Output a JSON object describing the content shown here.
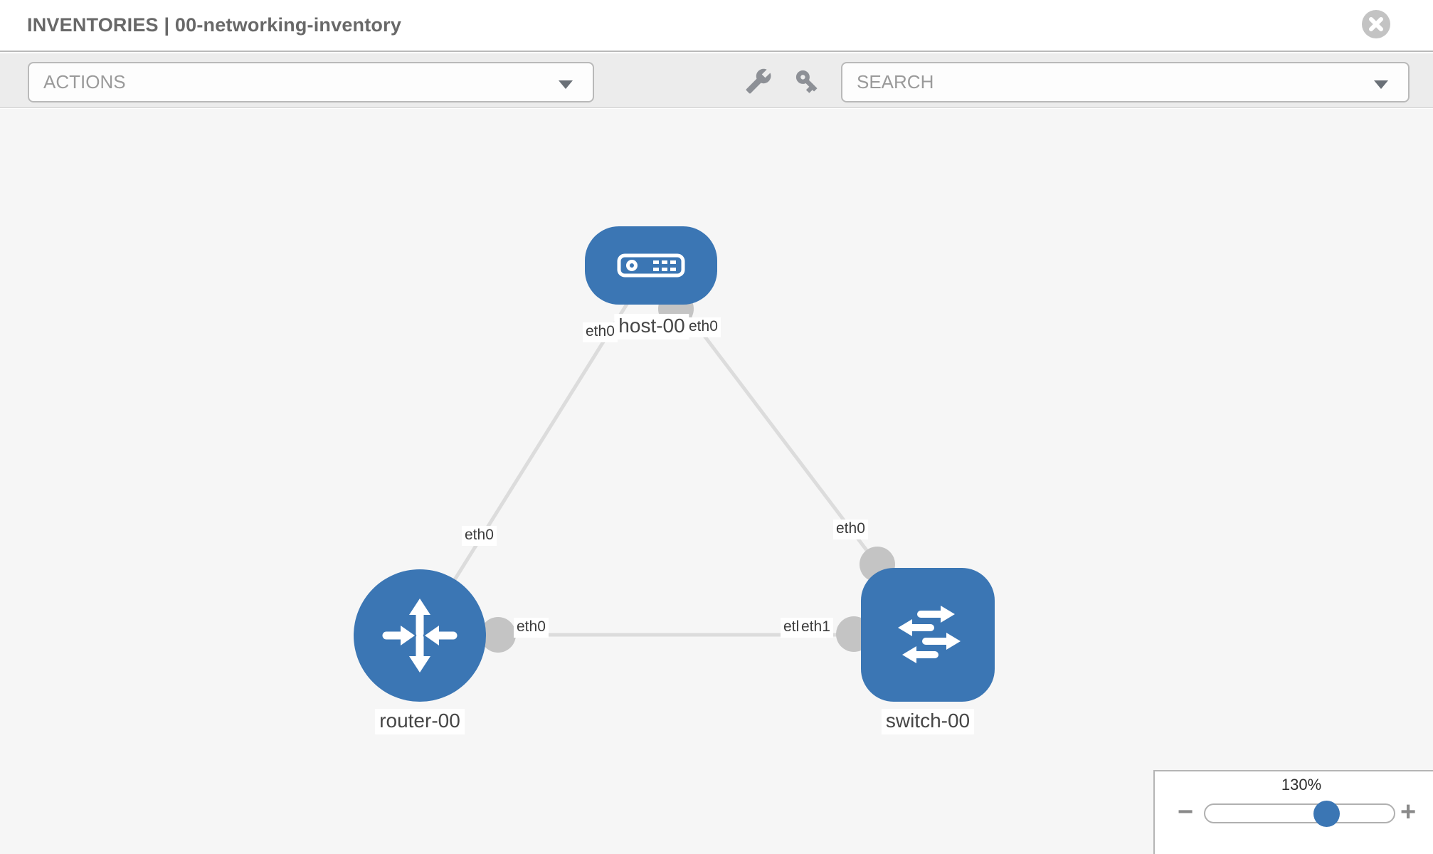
{
  "header": {
    "title": "INVENTORIES | 00-networking-inventory"
  },
  "toolbar": {
    "actions_label": "ACTIONS",
    "search_label": "SEARCH",
    "icons": [
      "wrench-icon",
      "key-icon"
    ]
  },
  "topology": {
    "nodes": [
      {
        "id": "host-00",
        "label": "host-00",
        "type": "host",
        "shape": "rounded-rect"
      },
      {
        "id": "router-00",
        "label": "router-00",
        "type": "router",
        "shape": "circle"
      },
      {
        "id": "switch-00",
        "label": "switch-00",
        "type": "switch",
        "shape": "rounded-square"
      }
    ],
    "links": [
      {
        "source": "host-00",
        "target": "router-00",
        "source_label": "eth0",
        "target_label": "eth0"
      },
      {
        "source": "host-00",
        "target": "switch-00",
        "source_label": "eth0",
        "target_label": "eth0"
      },
      {
        "source": "router-00",
        "target": "switch-00",
        "source_label": "eth0",
        "target_label": "eth1",
        "target_label_behind": "eth0"
      }
    ]
  },
  "zoom": {
    "level": "130%",
    "minus": "−",
    "plus": "+"
  },
  "colors": {
    "node_blue": "#3b76b4",
    "link_gray": "#dcdcdc",
    "port_gray": "#c4c4c4",
    "canvas_bg": "#f6f6f6",
    "toolbar_bg": "#ececec"
  }
}
